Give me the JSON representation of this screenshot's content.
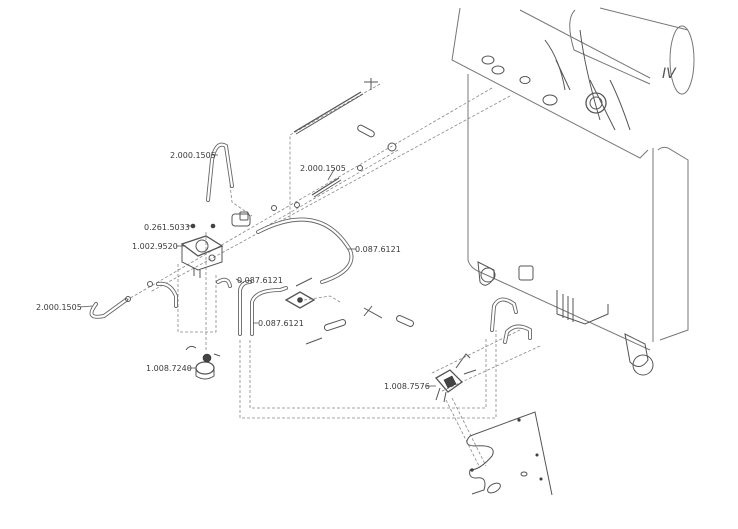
{
  "diagram": {
    "type": "exploded-parts-view",
    "labels": [
      {
        "id": "hose-top-left",
        "text": "2.000.1505"
      },
      {
        "id": "hose-mid",
        "text": "2.000.1505"
      },
      {
        "id": "screw",
        "text": "0.261.5033"
      },
      {
        "id": "housing",
        "text": "1.002.9520"
      },
      {
        "id": "hose-right",
        "text": "0.087.6121"
      },
      {
        "id": "hose-bottom-left",
        "text": "2.000.1505"
      },
      {
        "id": "tube-a",
        "text": "0.087.6121"
      },
      {
        "id": "tube-b",
        "text": "0.087.6121"
      },
      {
        "id": "valve-left",
        "text": "1.008.7240"
      },
      {
        "id": "valve-right",
        "text": "1.008.7576"
      }
    ]
  }
}
